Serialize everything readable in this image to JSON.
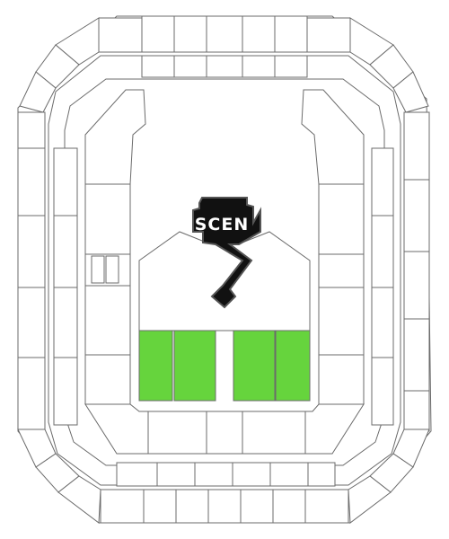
{
  "stage": {
    "label": "SCEN"
  },
  "colors": {
    "available": "#66d43d",
    "section_fill": "#ffffff",
    "outline": "#6b6b6b",
    "stage": "#111111"
  },
  "floor_sections": [
    {
      "id": "floor-a",
      "status": "available"
    },
    {
      "id": "floor-b",
      "status": "available"
    },
    {
      "id": "floor-c",
      "status": "available"
    },
    {
      "id": "floor-d",
      "status": "available"
    }
  ]
}
